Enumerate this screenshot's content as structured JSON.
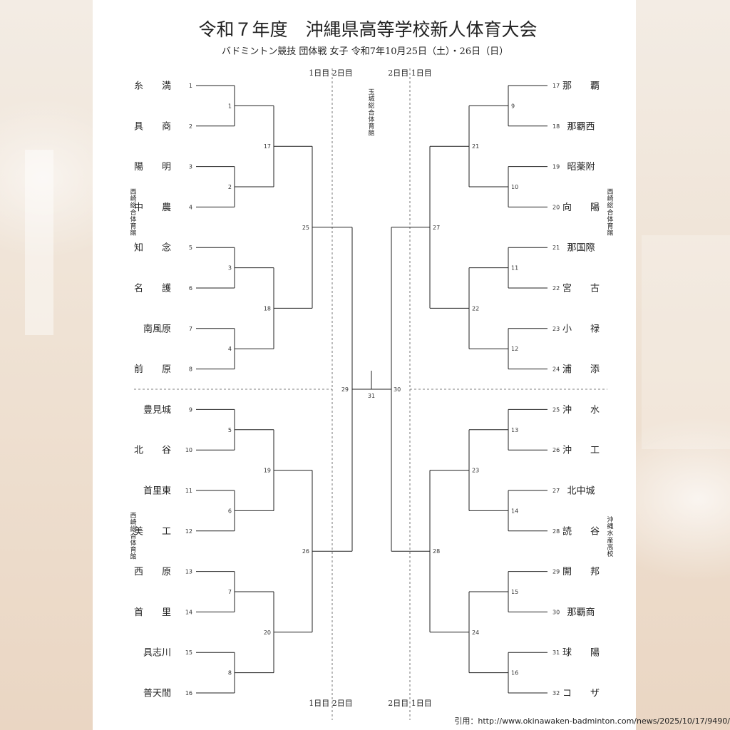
{
  "title": "令和７年度　沖縄県高等学校新人体育大会",
  "subtitle": "バドミントン競技 団体戦 女子 令和7年10月25日（土）・26日（日）",
  "day_labels": {
    "top_left": "1日目 2日目",
    "top_right": "2日目 1日目",
    "bottom_left": "1日目 2日目",
    "bottom_right": "2日目 1日目"
  },
  "venues": {
    "center": "玉城総合体育館",
    "left_top": "西崎総合体育館",
    "left_bottom": "西崎総合体育館",
    "right_top": "西崎総合体育館",
    "right_bottom": "沖縄水産高校"
  },
  "left_teams": [
    {
      "seed": "1",
      "name": "糸　　満"
    },
    {
      "seed": "2",
      "name": "具　　商"
    },
    {
      "seed": "3",
      "name": "陽　　明"
    },
    {
      "seed": "4",
      "name": "中　　農"
    },
    {
      "seed": "5",
      "name": "知　　念"
    },
    {
      "seed": "6",
      "name": "名　　護"
    },
    {
      "seed": "7",
      "name": "南風原"
    },
    {
      "seed": "8",
      "name": "前　　原"
    },
    {
      "seed": "9",
      "name": "豊見城"
    },
    {
      "seed": "10",
      "name": "北　　谷"
    },
    {
      "seed": "11",
      "name": "首里東"
    },
    {
      "seed": "12",
      "name": "美　　工"
    },
    {
      "seed": "13",
      "name": "西　　原"
    },
    {
      "seed": "14",
      "name": "首　　里"
    },
    {
      "seed": "15",
      "name": "具志川"
    },
    {
      "seed": "16",
      "name": "普天間"
    }
  ],
  "right_teams": [
    {
      "seed": "17",
      "name": "那　　覇"
    },
    {
      "seed": "18",
      "name": "那覇西"
    },
    {
      "seed": "19",
      "name": "昭薬附"
    },
    {
      "seed": "20",
      "name": "向　　陽"
    },
    {
      "seed": "21",
      "name": "那国際"
    },
    {
      "seed": "22",
      "name": "宮　　古"
    },
    {
      "seed": "23",
      "name": "小　　禄"
    },
    {
      "seed": "24",
      "name": "浦　　添"
    },
    {
      "seed": "25",
      "name": "沖　　水"
    },
    {
      "seed": "26",
      "name": "沖　　工"
    },
    {
      "seed": "27",
      "name": "北中城"
    },
    {
      "seed": "28",
      "name": "読　　谷"
    },
    {
      "seed": "29",
      "name": "開　　邦"
    },
    {
      "seed": "30",
      "name": "那覇商"
    },
    {
      "seed": "31",
      "name": "球　　陽"
    },
    {
      "seed": "32",
      "name": "コ　　ザ"
    }
  ],
  "match_numbers": {
    "left_r1": [
      "1",
      "2",
      "3",
      "4",
      "5",
      "6",
      "7",
      "8"
    ],
    "left_r2": [
      "17",
      "18",
      "19",
      "20"
    ],
    "left_r3": [
      "25",
      "26"
    ],
    "left_r4": "29",
    "right_r1": [
      "9",
      "10",
      "11",
      "12",
      "13",
      "14",
      "15",
      "16"
    ],
    "right_r2": [
      "21",
      "22",
      "23",
      "24"
    ],
    "right_r3": [
      "27",
      "28"
    ],
    "right_r4": "30",
    "final": "31"
  },
  "credit": "引用：http://www.okinawaken-badminton.com/news/2025/10/17/9490/"
}
